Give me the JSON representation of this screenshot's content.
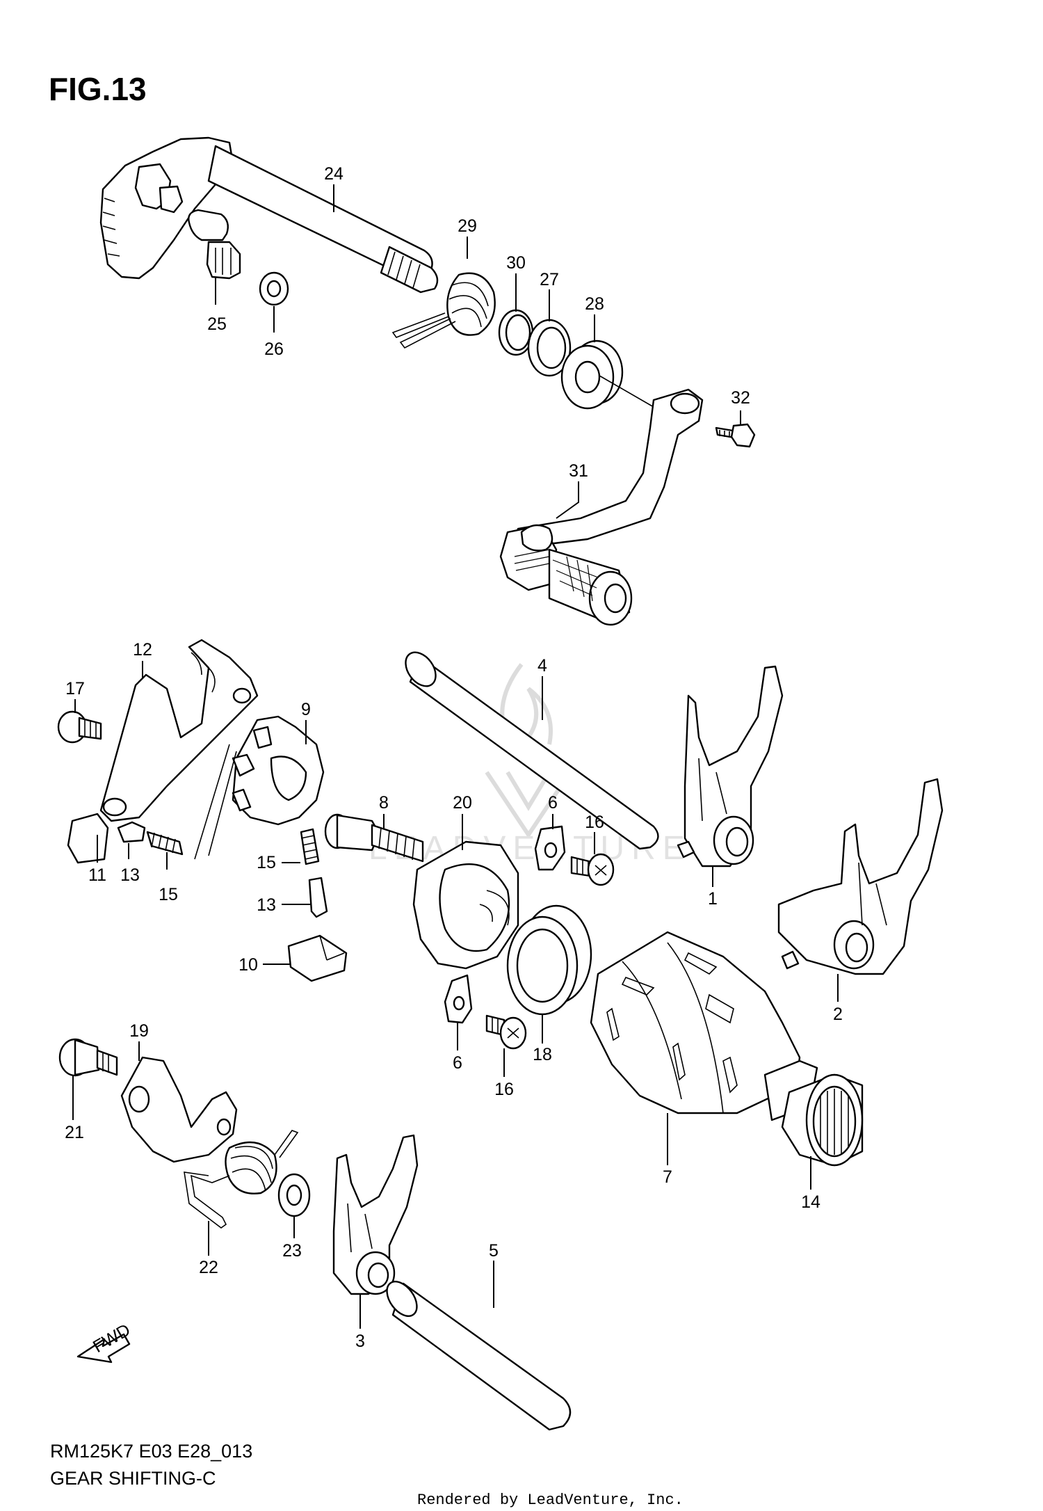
{
  "figure": {
    "title": "FIG.13",
    "model_code": "RM125K7 E03 E28_013",
    "section": "GEAR SHIFTING-C",
    "rendered_by": "Rendered by LeadVenture, Inc.",
    "fwd_label": "FWD",
    "watermark": "LEADVENTURE"
  },
  "callouts": [
    "24",
    "29",
    "30",
    "27",
    "28",
    "25",
    "26",
    "32",
    "31",
    "12",
    "17",
    "9",
    "4",
    "8",
    "20",
    "6",
    "16",
    "11",
    "13",
    "15",
    "15",
    "13",
    "10",
    "1",
    "2",
    "19",
    "6",
    "18",
    "16",
    "21",
    "7",
    "14",
    "22",
    "23",
    "3",
    "5"
  ],
  "colors": {
    "ink": "#000000",
    "paper": "#ffffff",
    "watermark": "#dcdcdc"
  }
}
